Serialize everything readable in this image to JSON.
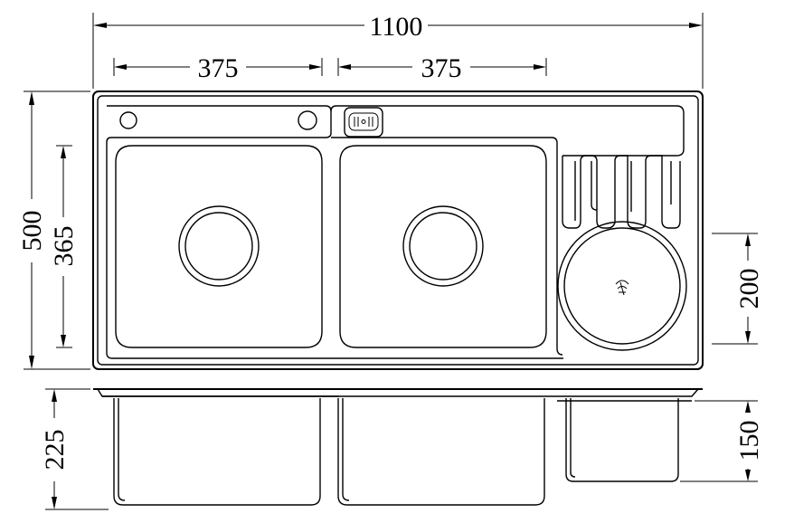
{
  "dimensions": {
    "overall_width": "1100",
    "left_bowl_width": "375",
    "right_bowl_width": "375",
    "overall_depth": "500",
    "bowl_depth": "365",
    "basket_diameter": "200",
    "bowl_height": "225",
    "basket_height": "150"
  },
  "colors": {
    "line": "#000000",
    "background": "#ffffff"
  }
}
